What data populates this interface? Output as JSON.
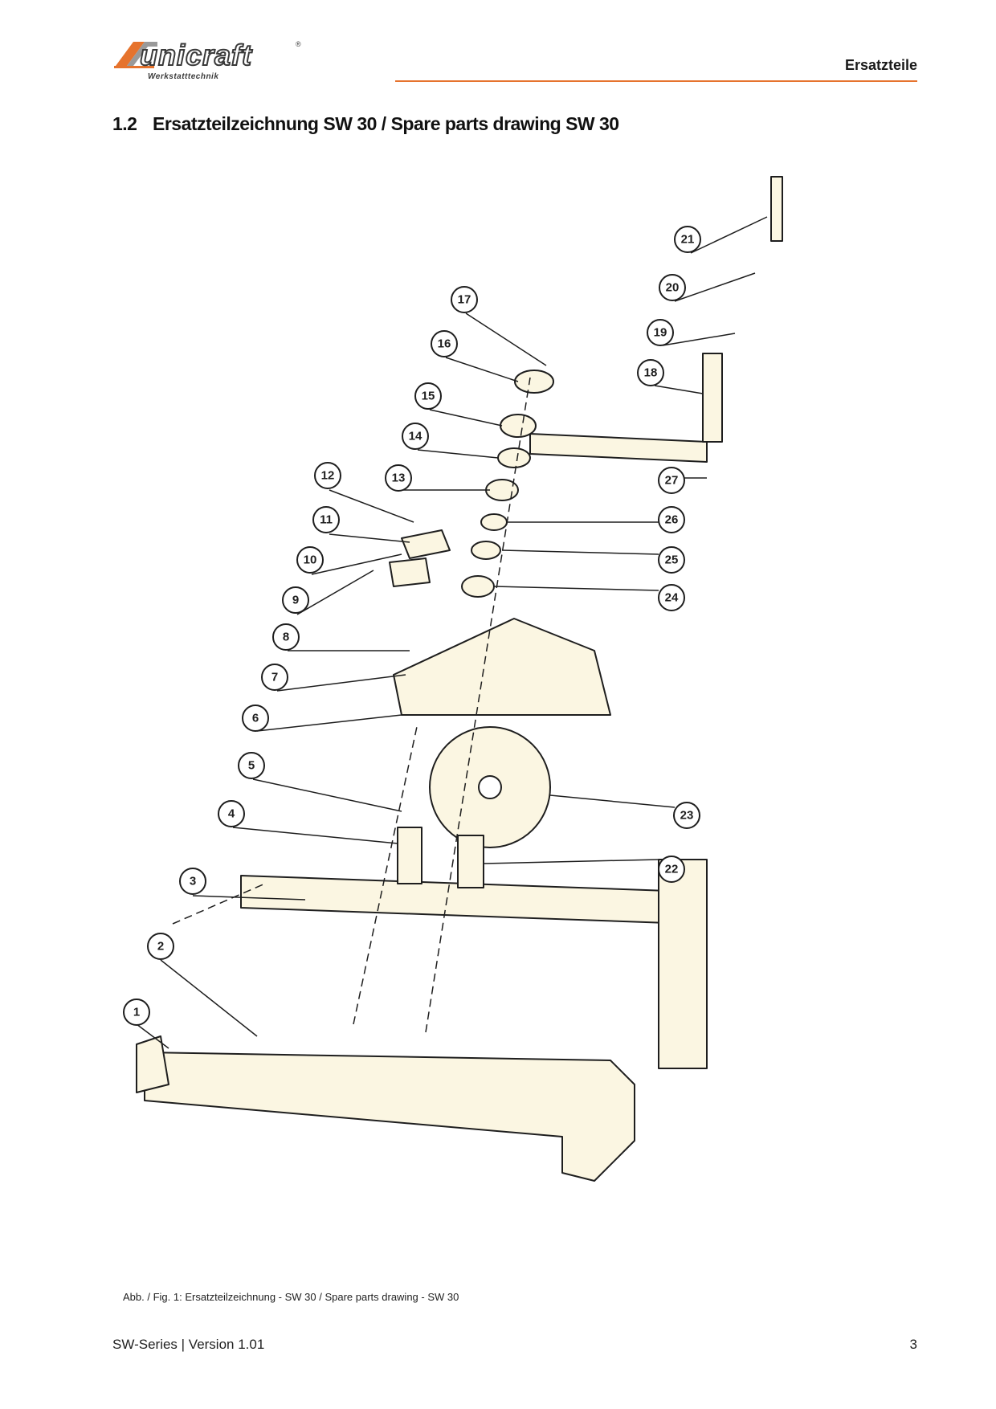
{
  "header": {
    "brand_name": "unicraft",
    "brand_registered": "®",
    "brand_tagline": "Werkstatttechnik",
    "section": "Ersatzteile"
  },
  "heading": {
    "number": "1.2",
    "text": "Ersatzteilzeichnung SW 30 / Spare parts drawing SW 30"
  },
  "drawing": {
    "callouts": [
      "1",
      "2",
      "3",
      "4",
      "5",
      "6",
      "7",
      "8",
      "9",
      "10",
      "11",
      "12",
      "13",
      "14",
      "15",
      "16",
      "17",
      "18",
      "19",
      "20",
      "21",
      "22",
      "23",
      "24",
      "25",
      "26",
      "27"
    ]
  },
  "caption": "Abb. / Fig. 1: Ersatzteilzeichnung - SW 30 / Spare parts drawing - SW 30",
  "footer": {
    "left": "SW-Series | Version 1.01",
    "page": "3"
  },
  "colors": {
    "accent": "#e6732d",
    "drawing_fill": "#fbf6e2",
    "ink": "#1e1e1e"
  }
}
